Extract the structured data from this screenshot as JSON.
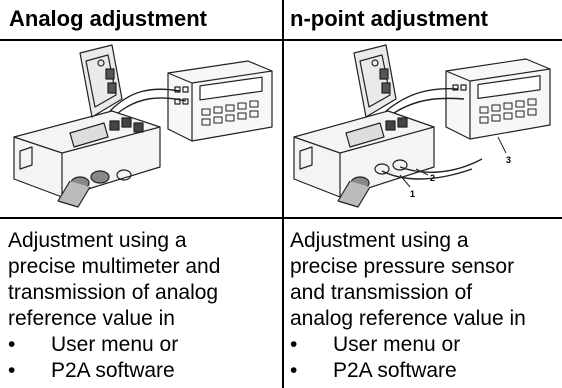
{
  "columns": [
    {
      "heading": "Analog adjustment",
      "text_lines": [
        "Adjustment using a",
        "precise multimeter and",
        "transmission of analog",
        "reference value in"
      ],
      "bullets": [
        "User menu or",
        "P2A software"
      ]
    },
    {
      "heading": "n-point adjustment",
      "text_lines": [
        "Adjustment using a",
        "precise pressure sensor",
        "and transmission of",
        "analog reference value in"
      ],
      "bullets": [
        "User menu or",
        "P2A software"
      ],
      "figure_callouts": [
        "1",
        "2",
        "3"
      ]
    }
  ],
  "bullet_char": "•"
}
